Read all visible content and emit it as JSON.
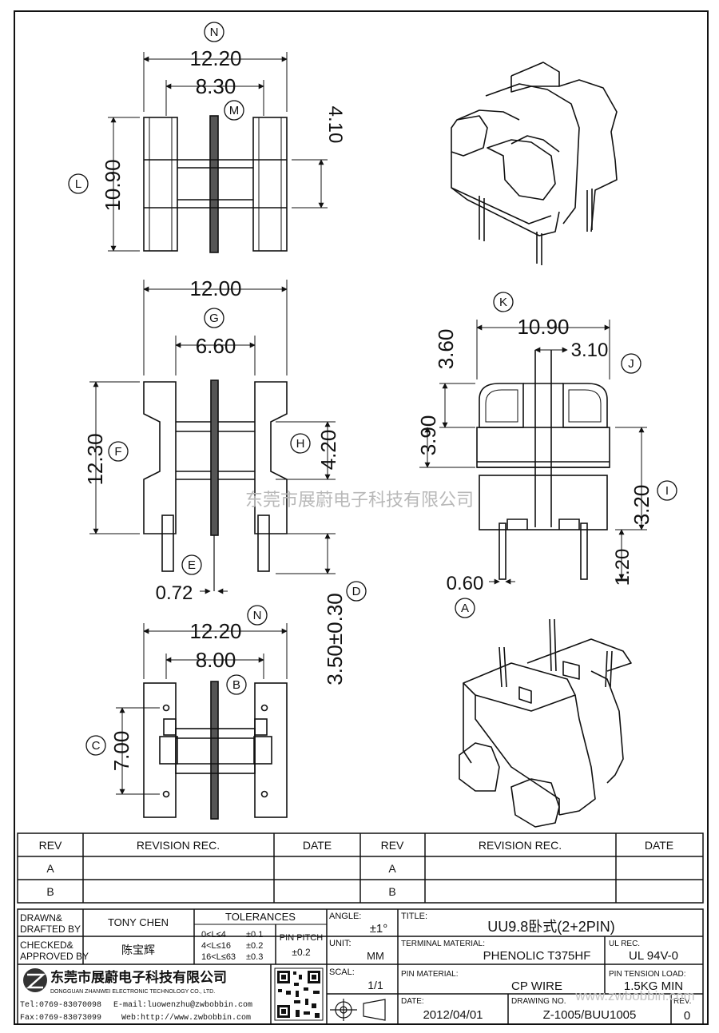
{
  "dimensions": {
    "front_width": "12.20",
    "front_inner": "8.30",
    "front_height": "10.90",
    "front_slot": "4.10",
    "side_width": "12.00",
    "side_inner": "6.60",
    "side_height": "12.30",
    "side_step": "4.20",
    "pin_dia": "0.72",
    "pin_len": "3.50±0.30",
    "right_width": "10.90",
    "right_slot": "3.10",
    "right_top": "3.60",
    "right_mid": "3.90",
    "right_low": "3.20",
    "right_pin": "1.20",
    "right_pin_w": "0.60",
    "bottom_width": "12.20",
    "bottom_inner": "8.00",
    "bottom_height": "7.00"
  },
  "labels": {
    "N": "N",
    "M": "M",
    "L": "L",
    "G": "G",
    "F": "F",
    "H": "H",
    "E": "E",
    "D": "D",
    "K": "K",
    "J": "J",
    "I": "I",
    "A": "A",
    "N2": "N",
    "B": "B",
    "C": "C"
  },
  "watermark": "东莞市展蔚电子科技有限公司",
  "revision": {
    "rev_header": "REV",
    "rec_header": "REVISION REC.",
    "date_header": "DATE",
    "rows": [
      "A",
      "B"
    ]
  },
  "titleblock": {
    "drawn_label": "DRAWN&",
    "drafted_label": "DRAFTED BY",
    "drawn_name": "TONY CHEN",
    "checked_label": "CHECKED&",
    "approved_label": "APPROVED BY",
    "checked_name": "陈宝辉",
    "tolerances_label": "TOLERANCES",
    "tol_rows": [
      {
        "range": "0<L≤4",
        "value": "±0.1"
      },
      {
        "range": "4<L≤16",
        "value": "±0.2"
      },
      {
        "range": "16<L≤63",
        "value": "±0.3"
      }
    ],
    "pin_pitch_label": "PIN PITCH",
    "pin_pitch_value": "±0.2",
    "angle_label": "ANGLE:",
    "angle_value": "±1°",
    "unit_label": "UNIT:",
    "unit_value": "MM",
    "scal_label": "SCAL:",
    "scal_value": "1/1",
    "title_label": "TITLE:",
    "title_value": "UU9.8卧式(2+2PIN)",
    "terminal_label": "TERMINAL MATERIAL:",
    "terminal_value": "PHENOLIC T375HF",
    "ul_label": "UL REC.",
    "ul_value": "UL 94V-0",
    "pin_material_label": "PIN MATERIAL:",
    "pin_material_value": "CP WIRE",
    "tension_label": "PIN TENSION LOAD:",
    "tension_value": "1.5KG MIN",
    "date_label": "DATE:",
    "date_value": "2012/04/01",
    "drawing_label": "DRAWING NO.",
    "drawing_value": "Z-1005/BUU1005",
    "rev_label": "REV.",
    "rev_value": "0",
    "company_cn": "东莞市展蔚电子科技有限公司",
    "company_en": "DONGGUAN ZHANWEI ELECTRONIC TECHNOLOGY CO., LTD.",
    "tel": "Tel:0769-83070098",
    "email": "E-mail:luowenzhu@zwbobbin.com",
    "fax": "Fax:0769-83073099",
    "web": "Web:http://www.zwbobbin.com",
    "url_watermark": "www.zwbobbin.com"
  }
}
